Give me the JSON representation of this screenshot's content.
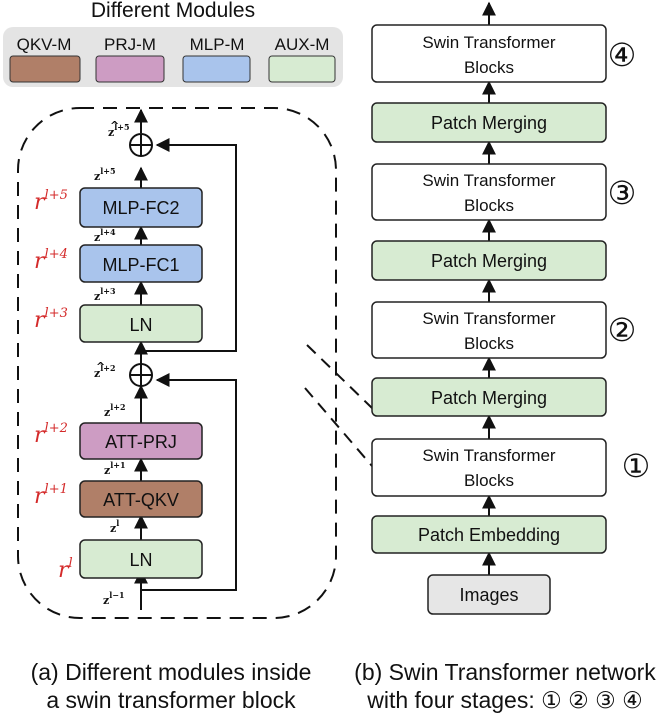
{
  "legend": {
    "title": "Different Modules",
    "items": [
      {
        "label": "QKV-M",
        "color": "#b07f68"
      },
      {
        "label": "PRJ-M",
        "color": "#cd9cc3"
      },
      {
        "label": "MLP-M",
        "color": "#a9c4ec"
      },
      {
        "label": "AUX-M",
        "color": "#d7ebd2"
      }
    ]
  },
  "block": {
    "modules": [
      {
        "id": "ln1",
        "label": "LN",
        "kind": "AUX-M"
      },
      {
        "id": "att-qkv",
        "label": "ATT-QKV",
        "kind": "QKV-M"
      },
      {
        "id": "att-prj",
        "label": "ATT-PRJ",
        "kind": "PRJ-M"
      },
      {
        "id": "ln2",
        "label": "LN",
        "kind": "AUX-M"
      },
      {
        "id": "mlp-fc1",
        "label": "MLP-FC1",
        "kind": "MLP-M"
      },
      {
        "id": "mlp-fc2",
        "label": "MLP-FC2",
        "kind": "MLP-M"
      }
    ],
    "z_base": "z",
    "r_base": "r",
    "z_labels": {
      "zl_minus1": "l−1",
      "zl": "l",
      "zl1": "l+1",
      "zl2": "l+2",
      "zhat2": "l+2",
      "zl3": "l+3",
      "zl4": "l+4",
      "zl5": "l+5",
      "zhat5": "l+5"
    },
    "r_labels": {
      "r0": "l",
      "r1": "l+1",
      "r2": "l+2",
      "r3": "l+3",
      "r4": "l+4",
      "r5": "l+5"
    }
  },
  "network": {
    "images": "Images",
    "patch_embedding": "Patch Embedding",
    "patch_merging": "Patch Merging",
    "swin_line1": "Swin Transformer",
    "swin_line2": "Blocks",
    "stage_marks": [
      "①",
      "②",
      "③",
      "④"
    ]
  },
  "captions": {
    "a_line1": "(a) Different modules inside",
    "a_line2": "a swin transformer block",
    "b_line1": "(b) Swin Transformer network",
    "b_line2": "with four stages: ① ② ③ ④"
  },
  "colors": {
    "qkv": "#b07f68",
    "prj": "#cd9cc3",
    "mlp": "#a9c4ec",
    "aux": "#d7ebd2",
    "images": "#e6e6e6",
    "legend_bg": "#e4e4e4",
    "red": "#d42a2a"
  }
}
